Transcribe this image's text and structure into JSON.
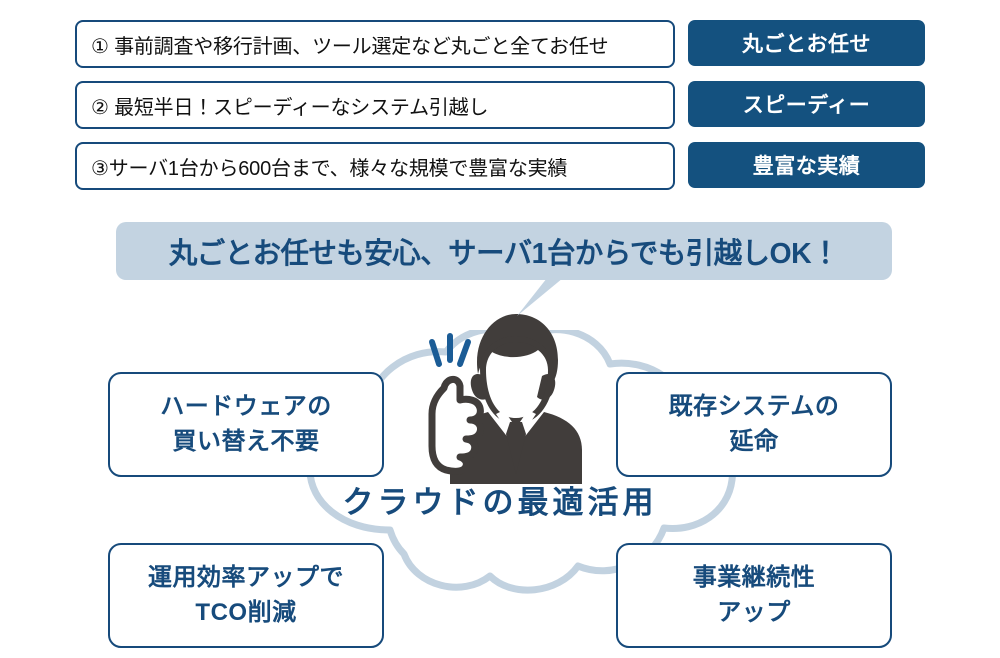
{
  "features": [
    {
      "statement": "① 事前調査や移行計画、ツール選定など丸ごと全てお任せ",
      "badge": "丸ごとお任せ"
    },
    {
      "statement": "② 最短半日！スピーディーなシステム引越し",
      "badge": "スピーディー"
    },
    {
      "statement": "③サーバ1台から600台まで、様々な規模で豊富な実績",
      "badge": "豊富な実績"
    }
  ],
  "speech_bubble": {
    "text": "丸ごとお任せも安心、サーバ1台からでも引越しOK！"
  },
  "cloud": {
    "caption": "クラウドの最適活用"
  },
  "person": {
    "alt": "thumbs-up-businessman-icon"
  },
  "benefits": [
    {
      "line1": "ハードウェアの",
      "line2": "買い替え不要"
    },
    {
      "line1": "既存システムの",
      "line2": "延命"
    },
    {
      "line1": "運用効率アップで",
      "line2": "TCO削減"
    },
    {
      "line1": "事業継続性",
      "line2": "アップ"
    }
  ],
  "colors": {
    "navy": "#164a7b",
    "badge_bg": "#14517f",
    "bubble_bg": "#c3d3e1",
    "cloud_stroke": "#c2d2e0",
    "person_fill": "#413d3b",
    "accent_blue": "#1b5c96",
    "text_dark": "#111111",
    "white": "#ffffff"
  }
}
